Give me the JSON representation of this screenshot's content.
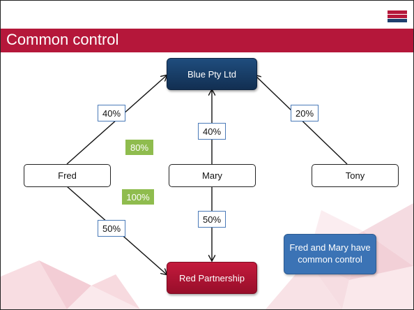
{
  "slide": {
    "title": "Common control"
  },
  "entities": {
    "blue": "Blue Pty Ltd",
    "red": "Red Partnership"
  },
  "people": {
    "fred": "Fred",
    "mary": "Mary",
    "tony": "Tony"
  },
  "ownership": {
    "fred_blue": "40%",
    "mary_blue": "40%",
    "tony_blue": "20%",
    "fred_red": "50%",
    "mary_red": "50%"
  },
  "combined": {
    "blue_fred_mary": "80%",
    "red_fred_mary": "100%"
  },
  "callout": "Fred and Mary have common control",
  "colors": {
    "title_bar": "#b5173a",
    "blue_entity": "#1f4d7e",
    "red_entity": "#c41a3c",
    "combined_badge": "#8fbc4e",
    "callout": "#3b73b5",
    "percent_border": "#4a7ab8"
  }
}
